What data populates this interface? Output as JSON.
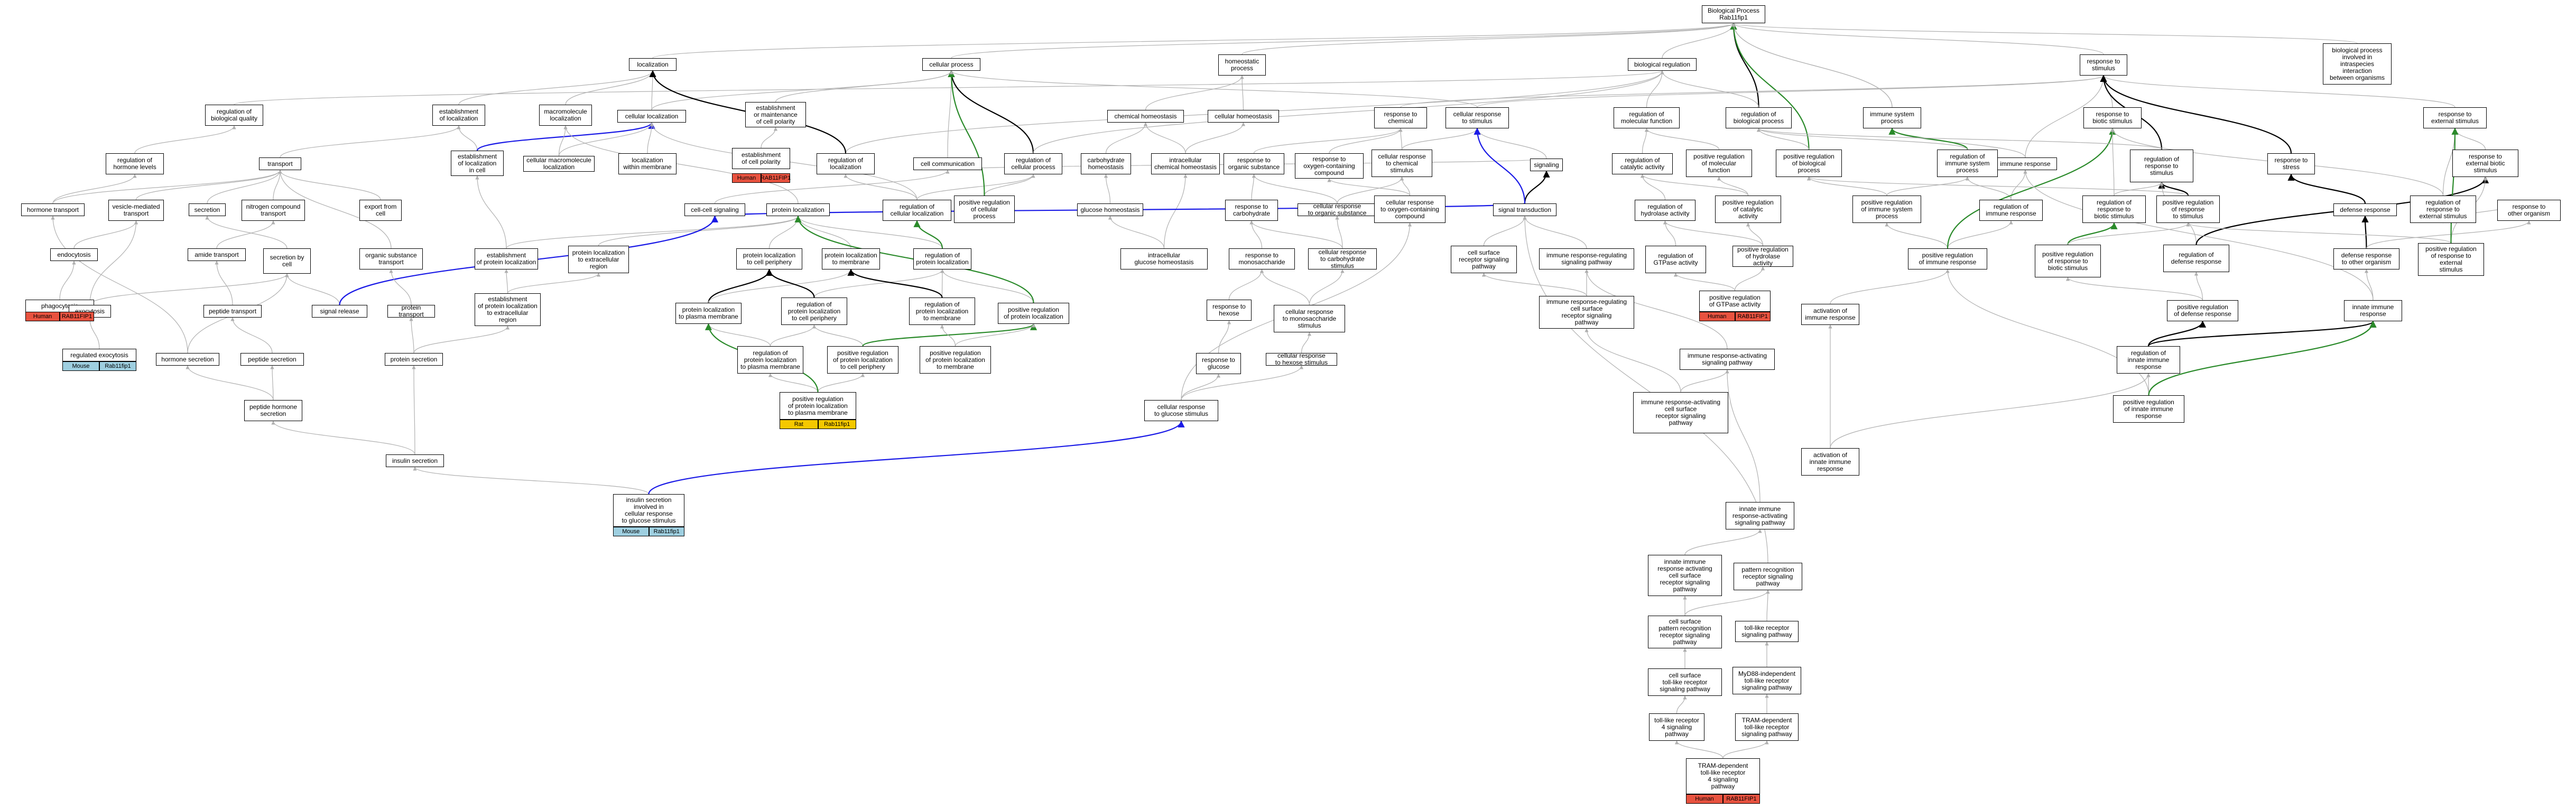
{
  "root_node": {
    "label": "Biological Process",
    "sub_label": "Rab11fip1"
  },
  "nodes": [
    "localization",
    "cellular process",
    "homeostatic\nprocess",
    "biological regulation",
    "response to\nstimulus",
    "biological process\ninvolved in\nintraspecies\ninteraction\nbetween organisms",
    "regulation of\nbiological quality",
    "establishment\nof localization",
    "macromolecule\nlocalization",
    "cellular localization",
    "establishment\nor maintenance\nof cell polarity",
    "regulation of\nhormone levels",
    "transport",
    "establishment\nof localization\nin cell",
    "cellular macromolecule\nlocalization",
    "localization\nwithin membrane",
    "establishment\nof cell polarity",
    "hormone transport",
    "vesicle-mediated\ntransport",
    "secretion",
    "nitrogen compound\ntransport",
    "export from\ncell",
    "cell-cell signaling",
    "protein localization",
    "endocytosis",
    "phagocytosis",
    "amide transport",
    "secretion by\ncell",
    "organic substance\ntransport",
    "establishment\nof protein localization",
    "protein localization\nto extracellular\nregion",
    "exocytosis",
    "peptide transport",
    "signal release",
    "protein transport",
    "establishment\nof protein localization\nto extracellular\nregion",
    "regulated exocytosis",
    "hormone secretion",
    "peptide secretion",
    "protein secretion",
    "peptide hormone\nsecretion",
    "insulin secretion",
    "insulin secretion\ninvolved in\ncellular response\nto glucose stimulus",
    "protein localization\nto cell periphery",
    "protein localization\nto membrane",
    "regulation of\nprotein localization",
    "protein localization\nto plasma membrane",
    "regulation of\nprotein localization\nto cell periphery",
    "regulation of\nprotein localization\nto membrane",
    "positive regulation\nof protein localization",
    "regulation of\nprotein localization\nto plasma membrane",
    "positive regulation\nof protein localization\nto cell periphery",
    "positive regulation\nof protein localization\nto membrane",
    "positive regulation\nof protein localization\nto plasma membrane",
    "cell communication",
    "regulation of\nlocalization",
    "regulation of\ncellular process",
    "regulation of\ncellular localization",
    "positive regulation\nof cellular\nprocess",
    "chemical homeostasis",
    "cellular homeostasis",
    "carbohydrate\nhomeostasis",
    "intracellular\nchemical homeostasis",
    "glucose homeostasis",
    "intracellular\nglucose homeostasis",
    "response to\nchemical",
    "cellular response\nto stimulus",
    "response to\norganic substance",
    "response to\noxygen-containing\ncompound",
    "cellular response\nto chemical\nstimulus",
    "signaling",
    "response to\ncarbohydrate",
    "cellular response\nto organic substance",
    "cellular response\nto oxygen-containing\ncompound",
    "signal transduction",
    "response to\nmonosaccharide",
    "cellular response\nto carbohydrate\nstimulus",
    "cell surface\nreceptor signaling\npathway",
    "response to\nhexose",
    "cellular response\nto monosaccharide\nstimulus",
    "response to\nglucose",
    "cellular response\nto hexose stimulus",
    "cellular response\nto glucose stimulus",
    "regulation of\nmolecular function",
    "regulation of\nbiological process",
    "regulation of\ncatalytic activity",
    "positive regulation\nof molecular\nfunction",
    "positive regulation\nof biological\nprocess",
    "regulation of\nhydrolase activity",
    "positive regulation\nof catalytic\nactivity",
    "regulation of\nGTPase activity",
    "positive regulation\nof hydrolase\nactivity",
    "positive regulation\nof GTPase activity",
    "immune system\nprocess",
    "immune response",
    "regulation of\nimmune system\nprocess",
    "positive regulation\nof immune system\nprocess",
    "regulation of\nimmune response",
    "positive regulation\nof immune response",
    "immune response-regulating\nsignaling pathway",
    "immune response-regulating\ncell surface\nreceptor signaling\npathway",
    "activation of\nimmune response",
    "immune response-activating\nsignaling pathway",
    "immune response-activating\ncell surface\nreceptor signaling\npathway",
    "activation of\ninnate immune\nresponse",
    "innate immune\nresponse-activating\nsignaling pathway",
    "innate immune\nresponse activating\ncell surface\nreceptor signaling\npathway",
    "pattern recognition\nreceptor signaling\npathway",
    "cell surface\npattern recognition\nreceptor signaling\npathway",
    "toll-like receptor\nsignaling pathway",
    "cell surface\ntoll-like receptor\nsignaling pathway",
    "MyD88-independent\ntoll-like receptor\nsignaling pathway",
    "toll-like receptor\n4 signaling\npathway",
    "TRAM-dependent\ntoll-like receptor\nsignaling pathway",
    "TRAM-dependent\ntoll-like receptor\n4 signaling\npathway",
    "response to\nbiotic stimulus",
    "regulation of\nresponse to\nstimulus",
    "response to\nexternal stimulus",
    "response to\nstress",
    "regulation of\nresponse to\nbiotic stimulus",
    "positive regulation\nof response\nto stimulus",
    "response to\nexternal biotic\nstimulus",
    "regulation of\nresponse to\nexternal stimulus",
    "defense response",
    "response to\nother organism",
    "positive regulation\nof response to\nbiotic stimulus",
    "regulation of\ndefense response",
    "defense response\nto other organism",
    "positive regulation\nof response to\nexternal\nstimulus",
    "positive regulation\nof defense response",
    "innate immune\nresponse",
    "regulation of\ninnate immune\nresponse",
    "positive regulation\nof innate immune\nresponse"
  ],
  "tags": {
    "species": [
      "Human",
      "Mouse",
      "Rat"
    ],
    "gene": [
      "RAB11FIP1",
      "Rab11fip1"
    ]
  },
  "colors": {
    "human": "#e8523f",
    "mouse": "#9ecfe0",
    "rat": "#f5c800",
    "edge_gray": "#b0b0b0",
    "edge_black": "#000000",
    "edge_blue": "#1a1ae6",
    "edge_green": "#2a8a2a"
  }
}
